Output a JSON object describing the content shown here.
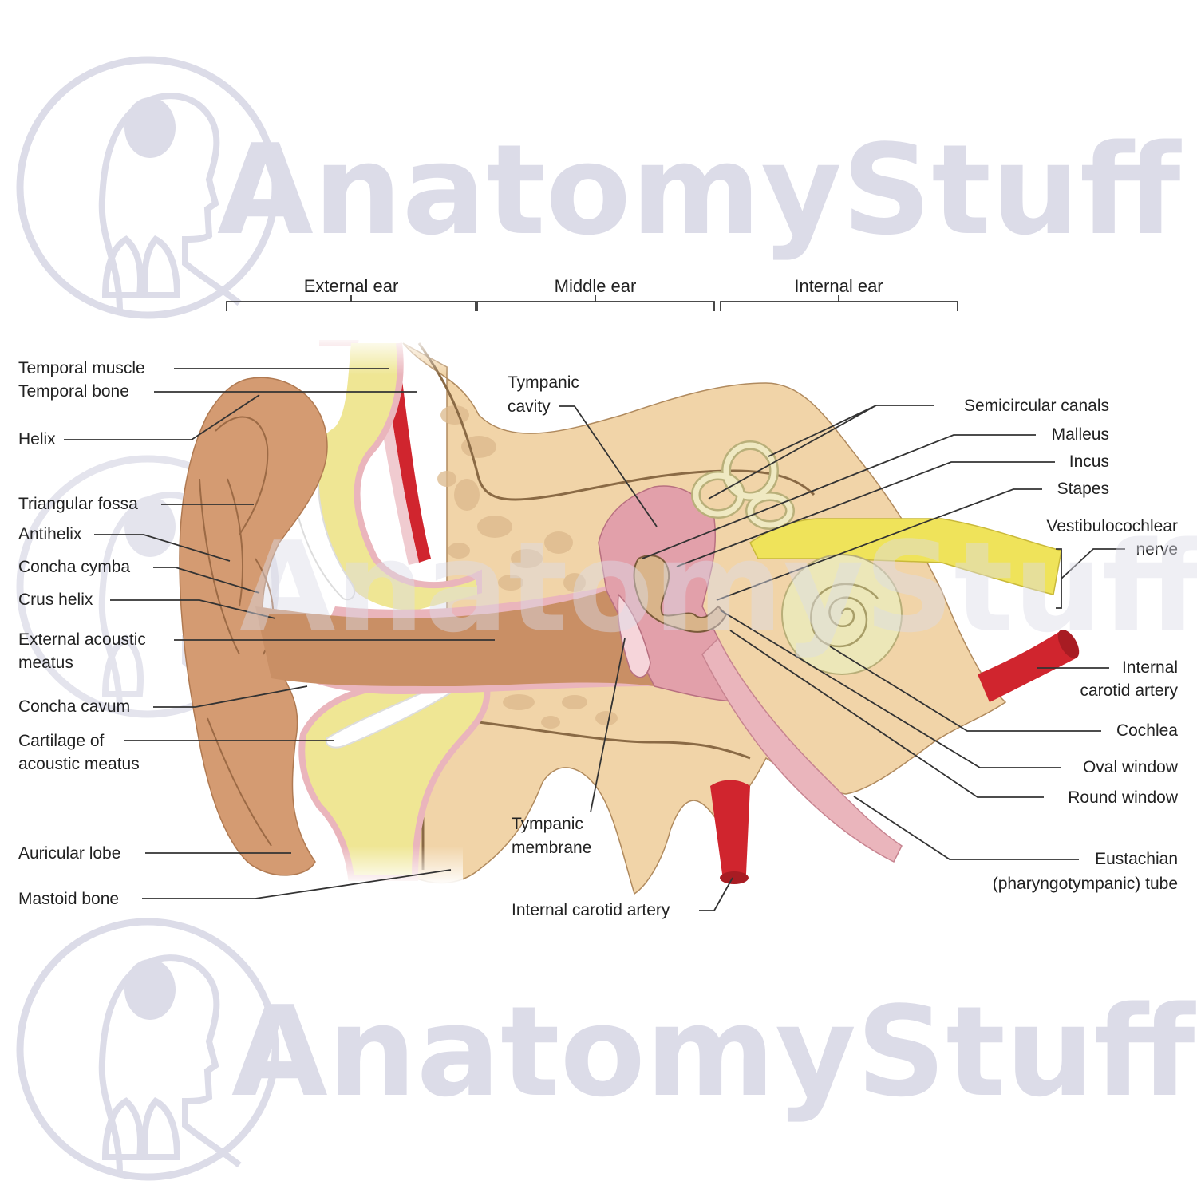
{
  "watermark": {
    "brand": "AnatomyStuff",
    "icon": "human-silhouette-icon",
    "color": "#dcdce8"
  },
  "sections": {
    "external": "External ear",
    "middle": "Middle ear",
    "internal": "Internal ear"
  },
  "labels": {
    "temporal_muscle": "Temporal muscle",
    "temporal_bone": "Temporal bone",
    "helix": "Helix",
    "triangular_fossa": "Triangular fossa",
    "antihelix": "Antihelix",
    "concha_cymba": "Concha cymba",
    "crus_helix": "Crus helix",
    "external_acoustic_1": "External acoustic",
    "external_acoustic_2": "meatus",
    "concha_cavum": "Concha cavum",
    "cartilage_1": "Cartilage of",
    "cartilage_2": "acoustic meatus",
    "auricular_lobe": "Auricular lobe",
    "mastoid_bone": "Mastoid bone",
    "tympanic_cavity_1": "Tympanic",
    "tympanic_cavity_2": "cavity",
    "tympanic_membrane_1": "Tympanic",
    "tympanic_membrane_2": "membrane",
    "internal_carotid_bottom": "Internal carotid artery",
    "semicircular_canals": "Semicircular canals",
    "malleus": "Malleus",
    "incus": "Incus",
    "stapes": "Stapes",
    "vestibulocochlear_1": "Vestibulocochlear",
    "vestibulocochlear_2": "nerve",
    "internal_carotid_right_1": "Internal",
    "internal_carotid_right_2": "carotid artery",
    "cochlea": "Cochlea",
    "oval_window": "Oval window",
    "round_window": "Round window",
    "eustachian_1": "Eustachian",
    "eustachian_2": "(pharyngotympanic) tube"
  },
  "colors": {
    "auricle": "#d49b72",
    "canal": "#c98f65",
    "bone": "#f1d4a8",
    "bone_texture": "#dcb98c",
    "cartilage_yellow": "#efe694",
    "cartilage_white": "#ffffff",
    "pink_lining": "#eab5bc",
    "tympanic_cavity": "#e2a0aa",
    "artery": "#d0252e",
    "nerve": "#efe35a",
    "cochlea": "#ece7b8"
  }
}
